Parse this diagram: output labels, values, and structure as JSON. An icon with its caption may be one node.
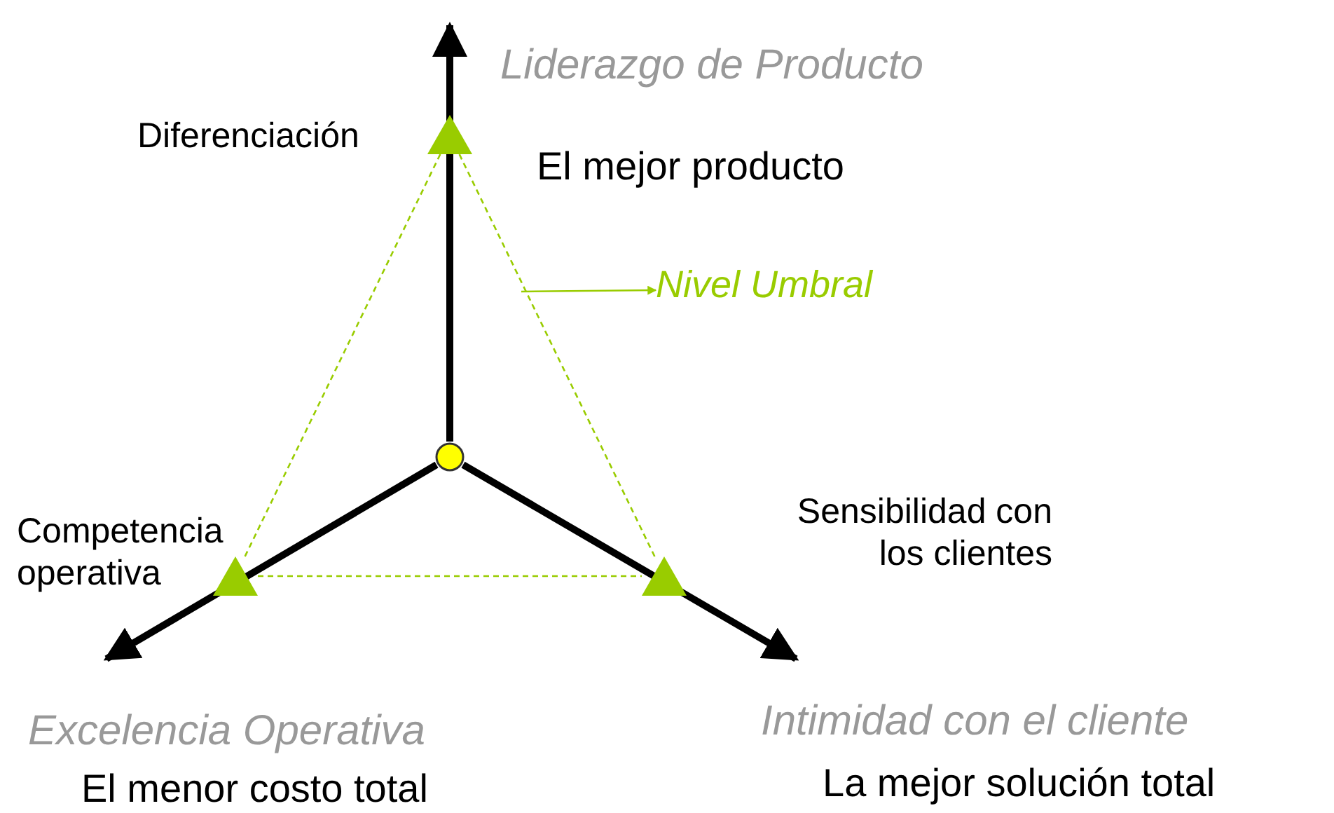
{
  "diagram": {
    "nodes": [
      {
        "text": [],
        "shape": "circle"
      },
      {
        "text": [],
        "shape": "triangle",
        "beside": [
          "Diferenciación"
        ]
      },
      {
        "text": [],
        "shape": "triangle",
        "beside": [
          "Competencia operativa"
        ]
      },
      {
        "text": [],
        "shape": "triangle",
        "beside": [
          "Sensibilidad con los clientes"
        ]
      },
      {
        "text": [
          "Nivel Umbral"
        ]
      }
    ],
    "edges": [
      {
        "from": 0,
        "to": null,
        "arrow": "to",
        "style": "thick",
        "color": "#000000"
      },
      {
        "from": 0,
        "to": null,
        "arrow": "to",
        "style": "thick",
        "color": "#000000"
      },
      {
        "from": 0,
        "to": null,
        "arrow": "to",
        "style": "thick",
        "color": "#000000"
      },
      {
        "from": 1,
        "to": 2,
        "arrow": "none",
        "style": "dashed",
        "color": "#99cc00"
      },
      {
        "from": 2,
        "to": 3,
        "arrow": "none",
        "style": "dashed",
        "color": "#99cc00"
      },
      {
        "from": 3,
        "to": 1,
        "arrow": "none",
        "style": "dashed",
        "color": "#99cc00"
      },
      {
        "from": null,
        "to": 4,
        "arrow": "to",
        "color": "#99cc00"
      }
    ],
    "labels": [
      "Liderazgo de Producto",
      "El mejor producto",
      "Excelencia Operativa",
      "El menor costo total",
      "Intimidad con el cliente",
      "La mejor solución total"
    ]
  }
}
